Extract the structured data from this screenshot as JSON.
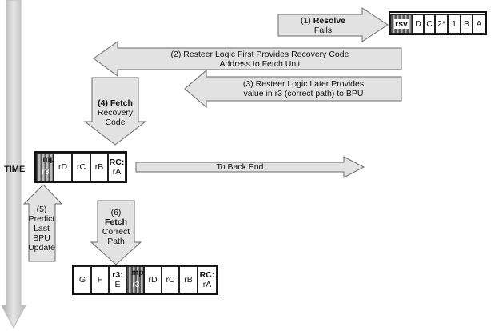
{
  "time_label": "TIME",
  "steps": {
    "s1": {
      "num": "(1)",
      "bold": "Resolve",
      "rest": "Fails"
    },
    "s2": {
      "line1": "(2) Resteer Logic First Provides Recovery Code",
      "line2": "Address to Fetch Unit"
    },
    "s3": {
      "line1": "(3) Resteer Logic Later Provides",
      "line2": "value in r3 (correct path) to  BPU"
    },
    "s4": {
      "bold": "(4) Fetch",
      "line2": "Recovery",
      "line3": "Code"
    },
    "s5": {
      "num": "(5)",
      "line2": "Predict",
      "line3": "Last",
      "line4": "BPU",
      "line5": "Update"
    },
    "s6": {
      "num": "(6)",
      "bold": "Fetch",
      "line3": "Correct",
      "line4": "Path"
    },
    "to_back_end": "To Back End"
  },
  "top_queue": {
    "cells": [
      "rsv",
      "D",
      "C",
      "2*",
      "1",
      "B",
      "A"
    ]
  },
  "mid_queue": {
    "mp": "mp",
    "cells": [
      "r3",
      "rD",
      "rC",
      "rB"
    ],
    "rc_top": "RC:",
    "rc_bottom": "rA"
  },
  "bottom_queue": {
    "plain": [
      "G",
      "F"
    ],
    "r3_top": "r3:",
    "r3_bottom": "E",
    "mp": "mp",
    "cells": [
      "r3",
      "rD",
      "rC",
      "rB"
    ],
    "rc_top": "RC:",
    "rc_bottom": "rA"
  },
  "colors": {
    "arrow_fill": "#e2e2e2",
    "arrow_stroke": "#6a6a6a",
    "time_bar": "#c8c8c8"
  }
}
